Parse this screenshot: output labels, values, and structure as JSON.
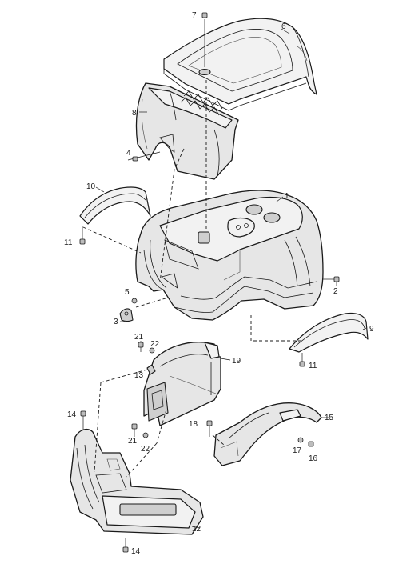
{
  "callouts": {
    "c1": "1",
    "c2": "2",
    "c3": "3",
    "c4": "4",
    "c5": "5",
    "c6": "6",
    "c7": "7",
    "c8": "8",
    "c9": "9",
    "c10": "10",
    "c11a": "11",
    "c11b": "11",
    "c12": "12",
    "c13": "13",
    "c14a": "14",
    "c14b": "14",
    "c15": "15",
    "c16": "16",
    "c17": "17",
    "c18": "18",
    "c19": "19",
    "c21a": "21",
    "c21b": "21",
    "c22a": "22",
    "c22b": "22"
  }
}
